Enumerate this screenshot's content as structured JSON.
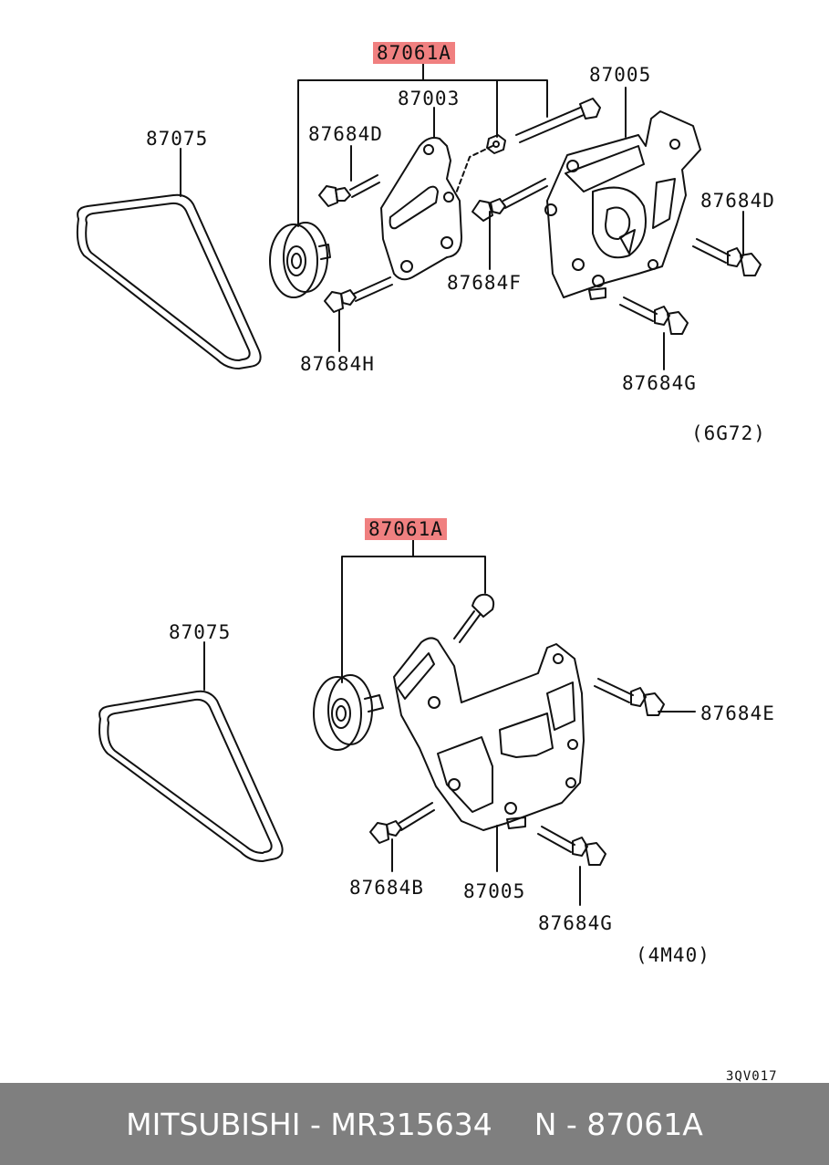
{
  "top": {
    "labels": {
      "kit": "87061A",
      "bracket": "87005",
      "adjuster": "87003",
      "belt": "87075",
      "bolt_d_left": "87684D",
      "bolt_d_right": "87684D",
      "bolt_f": "87684F",
      "bolt_h": "87684H",
      "bolt_g": "87684G"
    },
    "engine": "(6G72)"
  },
  "bottom": {
    "labels": {
      "kit": "87061A",
      "belt": "87075",
      "bolt_e": "87684E",
      "bolt_b": "87684B",
      "bracket": "87005",
      "bolt_g": "87684G"
    },
    "engine": "(4M40)"
  },
  "diagram_code": "3QV017",
  "footer": {
    "brand_part": "MITSUBISHI - MR315634",
    "ref": "N - 87061A"
  },
  "colors": {
    "highlight": "#f08080",
    "footer_bg": "#7f7f7f",
    "line": "#111111"
  }
}
